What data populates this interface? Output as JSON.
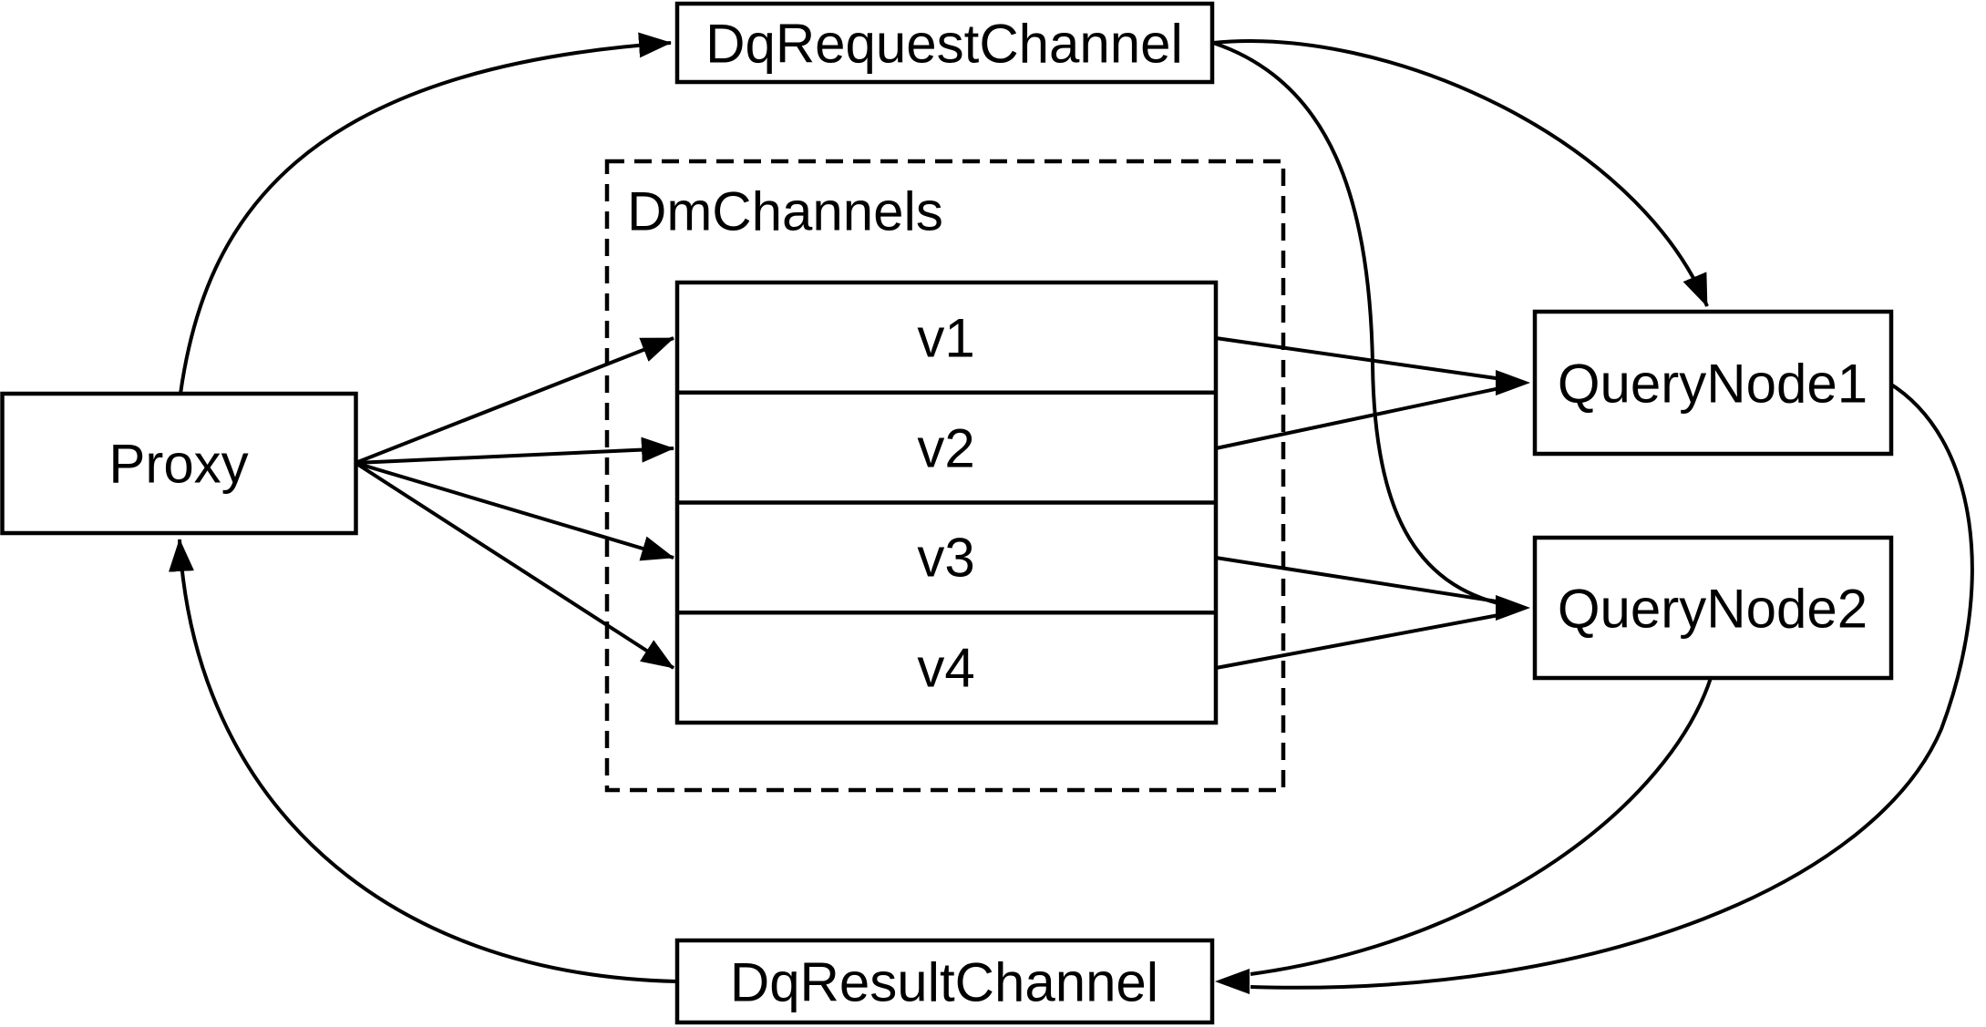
{
  "diagram": {
    "type": "flow-diagram",
    "background": "#ffffff",
    "stroke_color": "#000000",
    "nodes": {
      "proxy": {
        "label": "Proxy"
      },
      "dq_request_channel": {
        "label": "DqRequestChannel"
      },
      "dm_channels": {
        "label": "DmChannels",
        "channels": [
          "v1",
          "v2",
          "v3",
          "v4"
        ]
      },
      "query_node_1": {
        "label": "QueryNode1"
      },
      "query_node_2": {
        "label": "QueryNode2"
      },
      "dq_result_channel": {
        "label": "DqResultChannel"
      }
    },
    "edges": [
      {
        "from": "Proxy",
        "to": "DqRequestChannel"
      },
      {
        "from": "DqRequestChannel",
        "to": "QueryNode1"
      },
      {
        "from": "DqRequestChannel",
        "to": "QueryNode2"
      },
      {
        "from": "Proxy",
        "to": "v1"
      },
      {
        "from": "Proxy",
        "to": "v2"
      },
      {
        "from": "Proxy",
        "to": "v3"
      },
      {
        "from": "Proxy",
        "to": "v4"
      },
      {
        "from": "v1",
        "to": "QueryNode1"
      },
      {
        "from": "v2",
        "to": "QueryNode1"
      },
      {
        "from": "v3",
        "to": "QueryNode2"
      },
      {
        "from": "v4",
        "to": "QueryNode2"
      },
      {
        "from": "QueryNode1",
        "to": "DqResultChannel"
      },
      {
        "from": "QueryNode2",
        "to": "DqResultChannel"
      },
      {
        "from": "DqResultChannel",
        "to": "Proxy"
      }
    ]
  }
}
